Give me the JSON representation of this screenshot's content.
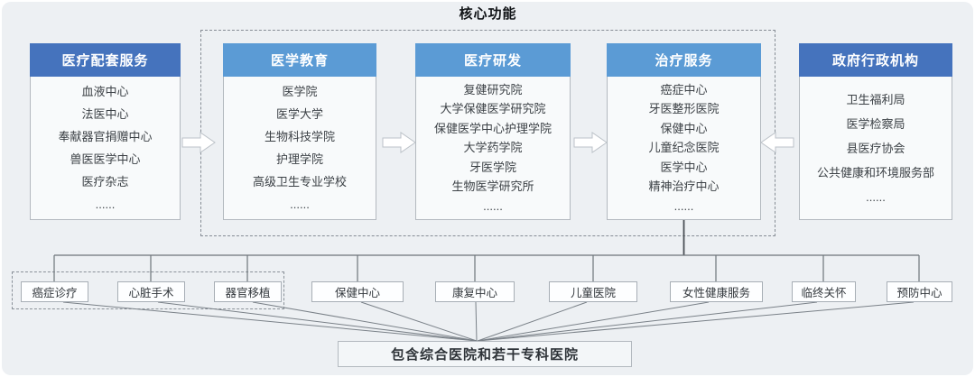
{
  "title": "核心功能",
  "columns": [
    {
      "header": "医疗配套服务",
      "items": [
        "血液中心",
        "法医中心",
        "奉献器官捐赠中心",
        "兽医医学中心",
        "医疗杂志",
        "......"
      ]
    },
    {
      "header": "医学教育",
      "items": [
        "医学院",
        "医学大学",
        "生物科技学院",
        "护理学院",
        "高级卫生专业学校",
        "......"
      ]
    },
    {
      "header": "医疗研发",
      "items": [
        "复健研究院",
        "大学保健医学研究院",
        "保健医学中心护理学院",
        "大学药学院",
        "牙医学院",
        "生物医学研究所",
        "......"
      ]
    },
    {
      "header": "治疗服务",
      "items": [
        "癌症中心",
        "牙医整形医院",
        "保健中心",
        "儿童纪念医院",
        "医学中心",
        "精神治疗中心",
        "......"
      ]
    },
    {
      "header": "政府行政机构",
      "items": [
        "卫生福利局",
        "医学检察局",
        "县医疗协会",
        "公共健康和环境服务部",
        "......"
      ]
    }
  ],
  "sub_nodes": [
    {
      "label": "癌症诊疗"
    },
    {
      "label": "心脏手术"
    },
    {
      "label": "器官移植"
    },
    {
      "label": "保健中心"
    },
    {
      "label": "康复中心"
    },
    {
      "label": "儿童医院"
    },
    {
      "label": "女性健康服务"
    },
    {
      "label": "临终关怀"
    },
    {
      "label": "预防中心"
    }
  ],
  "footer": {
    "label": "包含综合医院和若干专科医院"
  },
  "colors": {
    "page_bg": "#edf0f3",
    "header_dark_blue": "#4573bd",
    "header_light_blue": "#5b9bd5",
    "node_fill": "#f8fafb",
    "node_border": "#b3b9bf",
    "dashed_border": "#868d95",
    "connector_line": "#6e747a",
    "text": "#3c4146"
  }
}
